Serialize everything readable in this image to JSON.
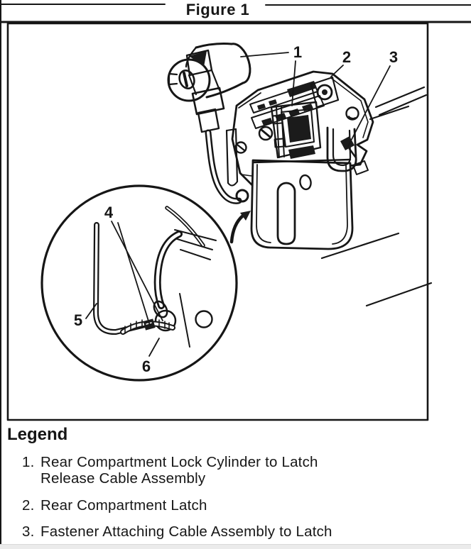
{
  "figure": {
    "title": "Figure 1",
    "callouts": [
      {
        "label": "1"
      },
      {
        "label": "2"
      },
      {
        "label": "3"
      },
      {
        "label": "4"
      },
      {
        "label": "5"
      },
      {
        "label": "6"
      }
    ]
  },
  "legend": {
    "heading": "Legend",
    "items": [
      {
        "number": "1.",
        "text": "Rear Compartment Lock Cylinder to Latch Release Cable Assembly"
      },
      {
        "number": "2.",
        "text": "Rear Compartment Latch"
      },
      {
        "number": "3.",
        "text": "Fastener Attaching Cable Assembly to Latch"
      }
    ]
  },
  "colors": {
    "ink": "#161616",
    "paper": "#ffffff",
    "bottom_bar": "#ebebeb"
  }
}
